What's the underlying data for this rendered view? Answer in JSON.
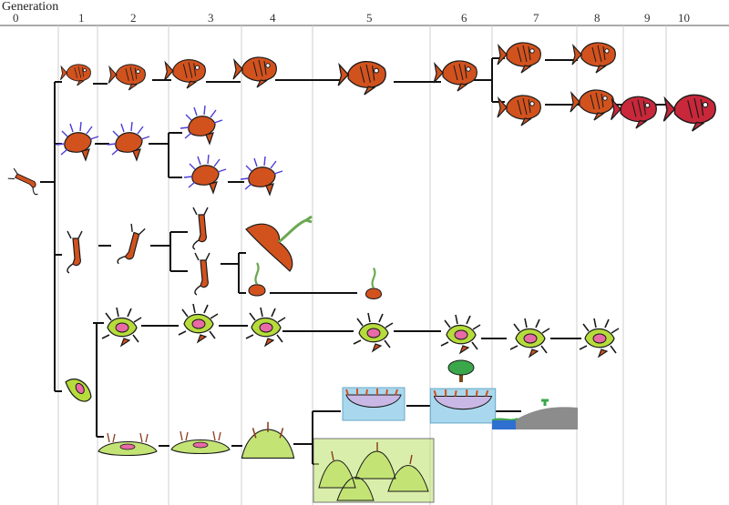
{
  "header": {
    "title": "Generation",
    "generations": [
      "0",
      "1",
      "2",
      "3",
      "4",
      "5",
      "6",
      "7",
      "8",
      "9",
      "10"
    ]
  },
  "colors": {
    "fish_body": "#d2521e",
    "fish_red": "#c8283a",
    "outline": "#1a1a1a",
    "spike_green": "#b6dc3c",
    "core_pink": "#e86aa6",
    "bristle_blue": "#4b3cd6",
    "mound_green": "#c3e474",
    "water_blue": "#a9d8ee",
    "land_gray": "#8c8c8c",
    "gridline": "#cfcfcf",
    "branch": "#111111"
  },
  "icons": [
    "creature-fish-icon",
    "creature-bristle-icon",
    "creature-stalk-icon",
    "creature-spiky-icon",
    "creature-mound-icon",
    "floating-island-icon",
    "tree-icon",
    "coastline-icon"
  ]
}
